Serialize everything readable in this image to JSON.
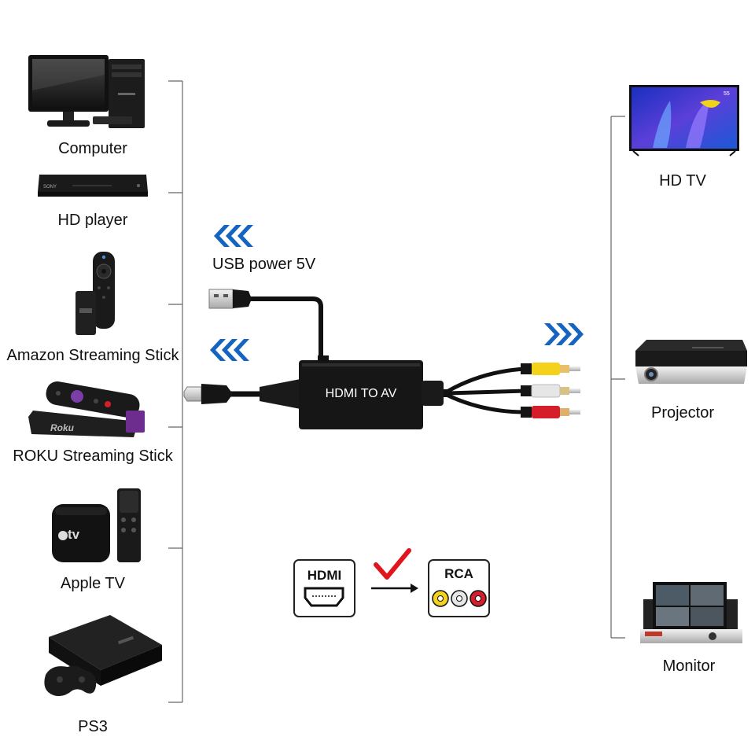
{
  "sources": [
    {
      "label": "Computer",
      "icon": "computer-icon"
    },
    {
      "label": "HD player",
      "icon": "hd-player-icon"
    },
    {
      "label": "Amazon Streaming Stick",
      "icon": "amazon-stick-icon"
    },
    {
      "label": "ROKU Streaming Stick",
      "icon": "roku-stick-icon"
    },
    {
      "label": "Apple TV",
      "icon": "apple-tv-icon"
    },
    {
      "label": "PS3",
      "icon": "ps3-icon"
    }
  ],
  "destinations": [
    {
      "label": "HD TV",
      "icon": "hd-tv-icon"
    },
    {
      "label": "Projector",
      "icon": "projector-icon"
    },
    {
      "label": "Monitor",
      "icon": "monitor-icon"
    }
  ],
  "converter": {
    "usb_label": "USB power 5V",
    "box_label": "HDMI TO AV"
  },
  "conversion": {
    "from_label": "HDMI",
    "to_label": "RCA"
  },
  "device_text": {
    "hd_player_brand": "SONY",
    "roku_brand": "Roku",
    "apple_tv_logo": "tv",
    "tv_size": "55"
  },
  "colors": {
    "arrow_blue": "#1565c0",
    "check_red": "#e0161c",
    "rca_yellow": "#f4d21c",
    "rca_white": "#e6e6e6",
    "rca_red": "#d41f2a",
    "roku_purple": "#6c2d8f"
  }
}
